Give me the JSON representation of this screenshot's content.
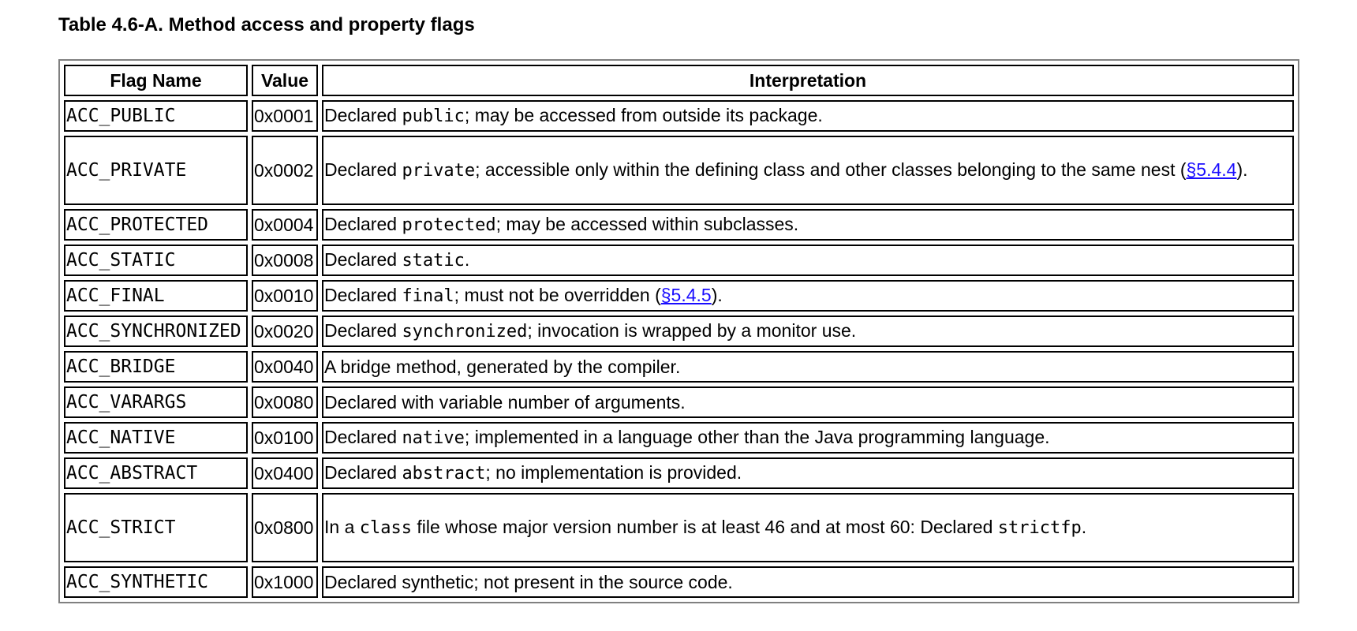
{
  "caption": "Table 4.6-A. Method access and property flags",
  "headers": {
    "flag_name": "Flag Name",
    "value": "Value",
    "interpretation": "Interpretation"
  },
  "link_color": "#1a0dff",
  "rows": [
    {
      "flag": "ACC_PUBLIC",
      "value": "0x0001",
      "pre": "Declared ",
      "code": "public",
      "post": "; may be accessed from outside its package."
    },
    {
      "flag": "ACC_PRIVATE",
      "value": "0x0002",
      "pre": "Declared ",
      "code": "private",
      "post": "; accessible only within the defining class and other classes belonging to the same nest (",
      "link": "§5.4.4",
      "post2": ")."
    },
    {
      "flag": "ACC_PROTECTED",
      "value": "0x0004",
      "pre": "Declared ",
      "code": "protected",
      "post": "; may be accessed within subclasses."
    },
    {
      "flag": "ACC_STATIC",
      "value": "0x0008",
      "pre": "Declared ",
      "code": "static",
      "post": "."
    },
    {
      "flag": "ACC_FINAL",
      "value": "0x0010",
      "pre": "Declared ",
      "code": "final",
      "post": "; must not be overridden (",
      "link": "§5.4.5",
      "post2": ")."
    },
    {
      "flag": "ACC_SYNCHRONIZED",
      "value": "0x0020",
      "pre": "Declared ",
      "code": "synchronized",
      "post": "; invocation is wrapped by a monitor use."
    },
    {
      "flag": "ACC_BRIDGE",
      "value": "0x0040",
      "pre": "A bridge method, generated by the compiler."
    },
    {
      "flag": "ACC_VARARGS",
      "value": "0x0080",
      "pre": "Declared with variable number of arguments."
    },
    {
      "flag": "ACC_NATIVE",
      "value": "0x0100",
      "pre": "Declared ",
      "code": "native",
      "post": "; implemented in a language other than the Java programming language."
    },
    {
      "flag": "ACC_ABSTRACT",
      "value": "0x0400",
      "pre": "Declared ",
      "code": "abstract",
      "post": "; no implementation is provided."
    },
    {
      "flag": "ACC_STRICT",
      "value": "0x0800",
      "pre": "In a ",
      "code": "class",
      "post": " file whose major version number is at least 46 and at most 60: Declared ",
      "code2": "strictfp",
      "post2": "."
    },
    {
      "flag": "ACC_SYNTHETIC",
      "value": "0x1000",
      "pre": "Declared synthetic; not present in the source code."
    }
  ]
}
